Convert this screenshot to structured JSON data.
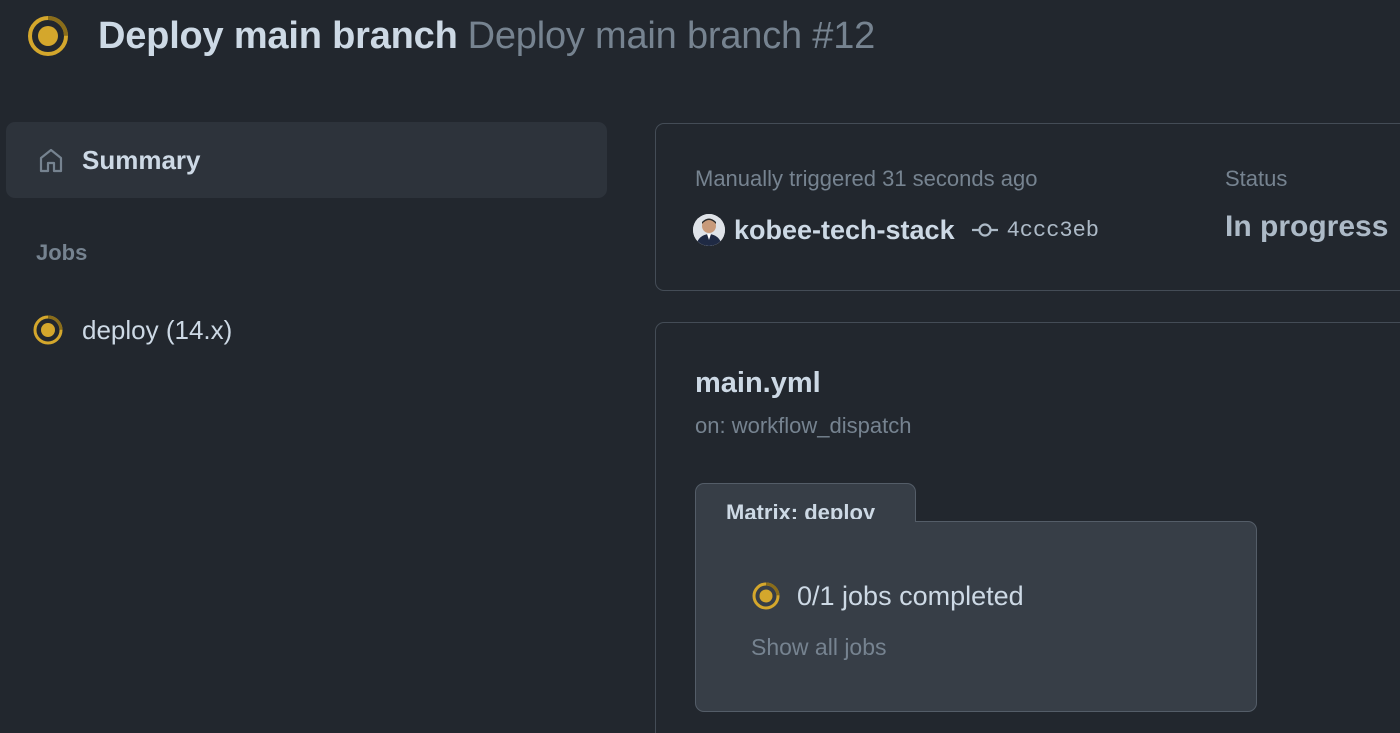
{
  "header": {
    "status_icon": "in-progress-ring-icon",
    "title": "Deploy main branch",
    "run_name": "Deploy main branch #12"
  },
  "sidebar": {
    "summary": {
      "label": "Summary",
      "icon": "home-icon"
    },
    "jobs_heading": "Jobs",
    "jobs": [
      {
        "label": "deploy (14.x)",
        "status_icon": "in-progress-ring-icon"
      }
    ]
  },
  "trigger": {
    "text": "Manually triggered 31 seconds ago",
    "actor": "kobee-tech-stack",
    "commit_icon": "git-commit-icon",
    "commit_sha": "4ccc3eb",
    "status_label": "Status",
    "status_value": "In progress"
  },
  "workflow": {
    "file": "main.yml",
    "on": "on: workflow_dispatch",
    "matrix": {
      "tab_label": "Matrix: deploy",
      "progress_text": "0/1 jobs completed",
      "show_all_label": "Show all jobs"
    }
  },
  "colors": {
    "background": "#22272e",
    "panel": "#2d333b",
    "matrix_panel": "#373e47",
    "border": "#444c56",
    "in_progress": "#d4a72c",
    "text_primary": "#cdd9e5",
    "text_muted": "#768390"
  }
}
